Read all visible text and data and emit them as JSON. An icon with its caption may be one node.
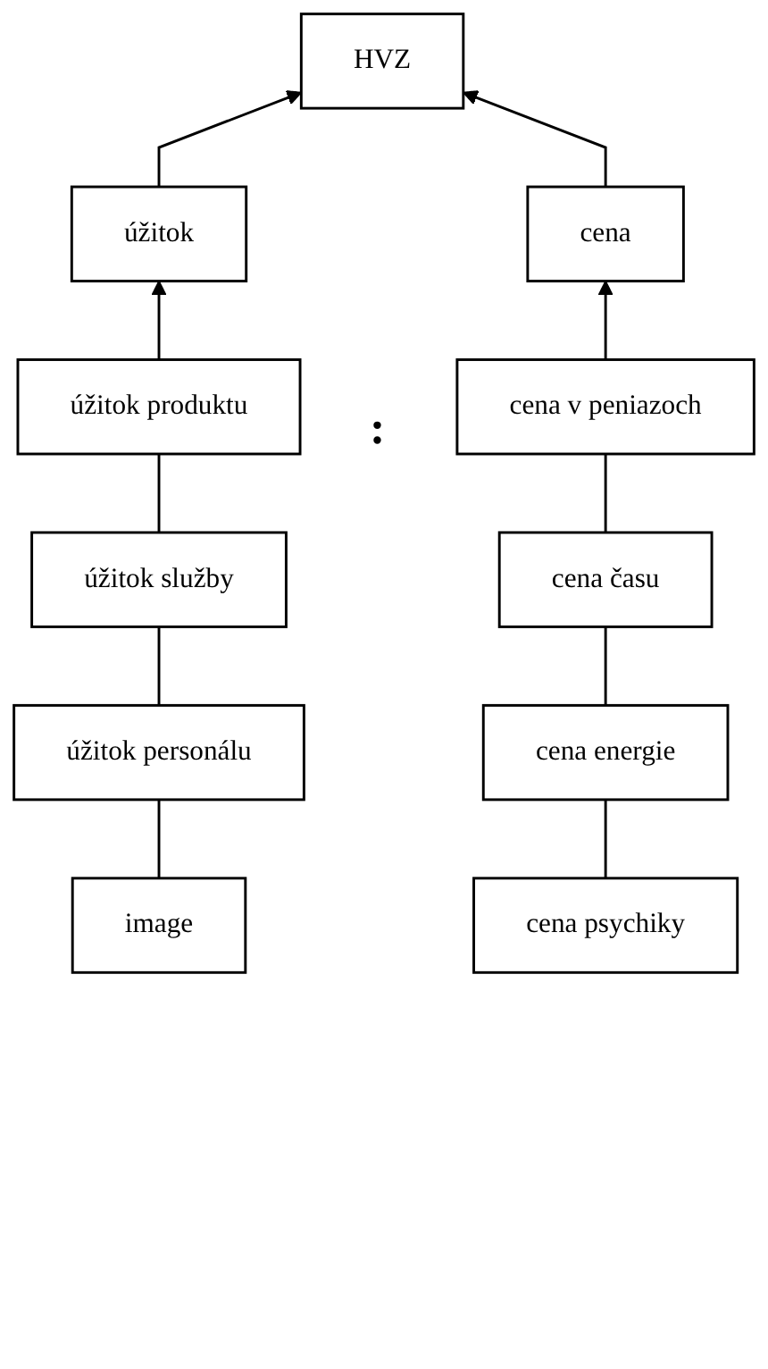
{
  "diagram": {
    "nodes": [
      {
        "text": [
          "HVZ"
        ]
      },
      {
        "text": [
          "úžitok"
        ]
      },
      {
        "text": [
          "cena"
        ]
      },
      {
        "text": [
          "úžitok produktu"
        ]
      },
      {
        "text": [
          "úžitok služby"
        ]
      },
      {
        "text": [
          "úžitok personálu"
        ]
      },
      {
        "text": [
          "image"
        ]
      },
      {
        "text": [
          "cena v peniazoch"
        ]
      },
      {
        "text": [
          "cena času"
        ]
      },
      {
        "text": [
          "cena energie"
        ]
      },
      {
        "text": [
          "cena psychiky"
        ]
      }
    ],
    "edges": [
      {
        "from": 1,
        "to": 0,
        "arrow": "to"
      },
      {
        "from": 2,
        "to": 0,
        "arrow": "to"
      },
      {
        "from": 3,
        "to": 1,
        "arrow": "to"
      },
      {
        "from": 3,
        "to": 4,
        "arrow": "none"
      },
      {
        "from": 4,
        "to": 5,
        "arrow": "none"
      },
      {
        "from": 5,
        "to": 6,
        "arrow": "none"
      },
      {
        "from": 7,
        "to": 2,
        "arrow": "to"
      },
      {
        "from": 7,
        "to": 8,
        "arrow": "none"
      },
      {
        "from": 8,
        "to": 9,
        "arrow": "none"
      },
      {
        "from": 9,
        "to": 10,
        "arrow": "none"
      }
    ],
    "labels": [
      ":"
    ]
  }
}
